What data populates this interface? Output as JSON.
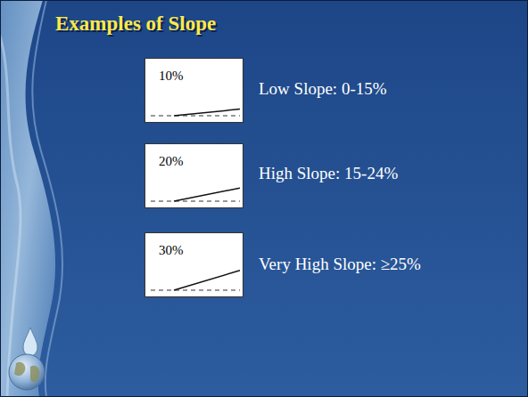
{
  "diagram": {
    "title": "Examples of Slope",
    "nodes": [
      {
        "text": [
          "10%"
        ]
      },
      {
        "text": [
          "20%"
        ]
      },
      {
        "text": [
          "30%"
        ]
      }
    ],
    "labels": [
      "Low Slope: 0-15%",
      "High Slope: 15-24%",
      "Very High Slope: ≥25%"
    ]
  }
}
